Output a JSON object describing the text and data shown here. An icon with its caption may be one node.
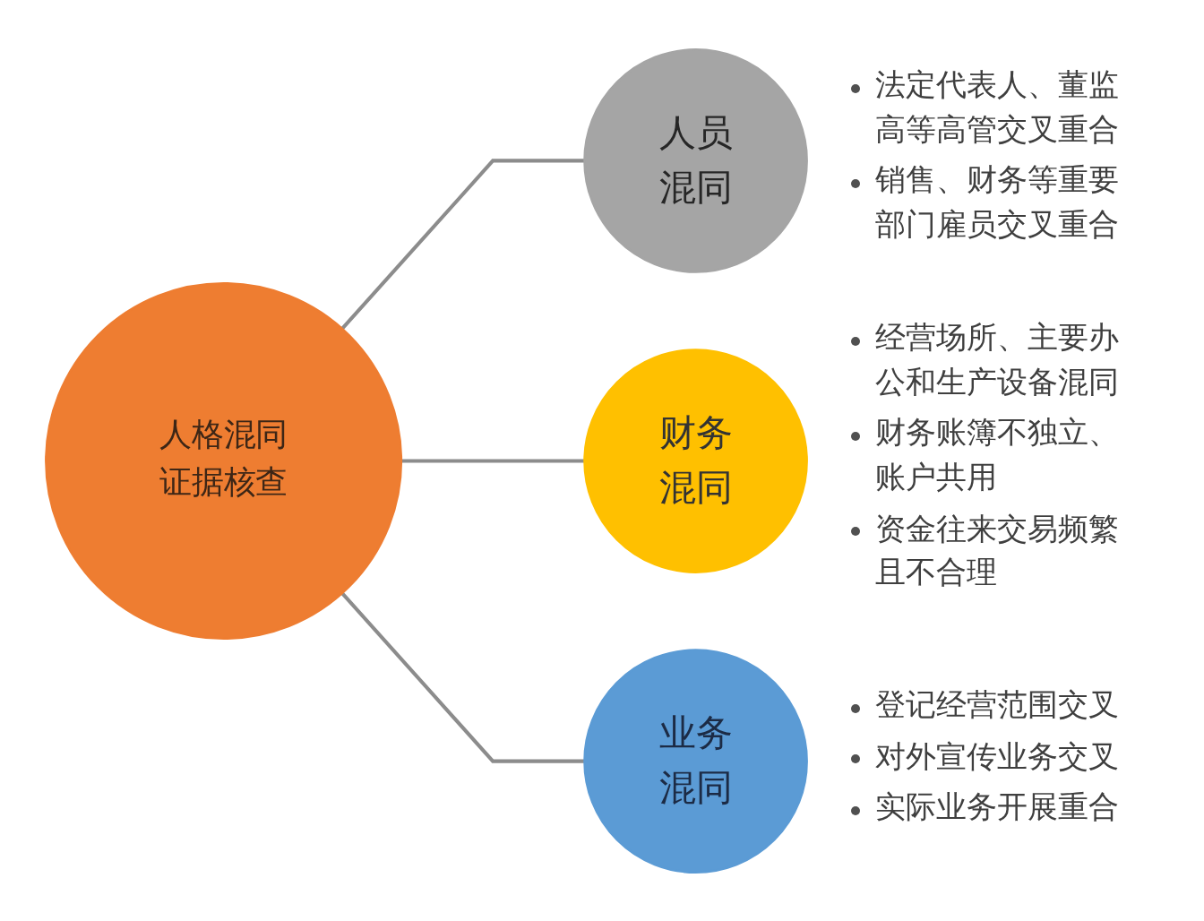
{
  "diagram": {
    "nodes": [
      {
        "text": [
          "人格混同证据核查"
        ]
      },
      {
        "text": [
          "人员混同"
        ],
        "beside": [
          "法定代表人、董监高等高管交叉重合",
          "销售、财务等重要部门雇员交叉重合"
        ]
      },
      {
        "text": [
          "财务混同"
        ],
        "beside": [
          "经营场所、主要办公和生产设备混同",
          "财务账簿不独立、账户共用",
          "资金往来交易频繁且不合理"
        ]
      },
      {
        "text": [
          "业务混同"
        ],
        "beside": [
          "登记经营范围交叉",
          "对外宣传业务交叉",
          "实际业务开展重合"
        ]
      }
    ],
    "edges": [
      {
        "from": 0,
        "to": 1,
        "arrow": "none"
      },
      {
        "from": 0,
        "to": 2,
        "arrow": "none"
      },
      {
        "from": 0,
        "to": 3,
        "arrow": "none"
      }
    ]
  }
}
